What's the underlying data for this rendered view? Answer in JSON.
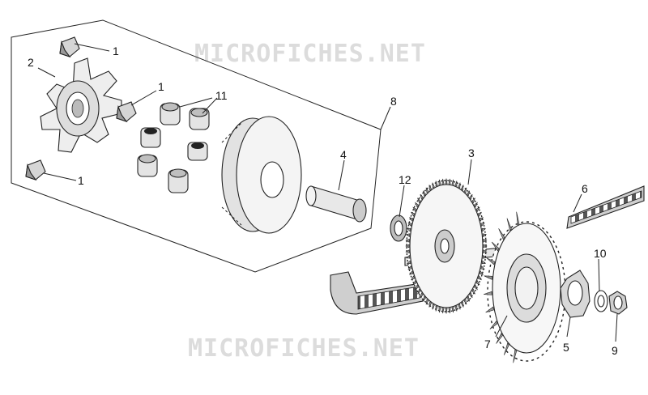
{
  "watermarks": [
    "MICROFICHES.NET",
    "MICROFICHES.NET"
  ],
  "callouts": {
    "c1a": "1",
    "c1b": "1",
    "c1c": "1",
    "c2": "2",
    "c3": "3",
    "c4": "4",
    "c5": "5",
    "c6": "6",
    "c7": "7",
    "c8": "8",
    "c9": "9",
    "c10": "10",
    "c11": "11",
    "c12": "12"
  }
}
